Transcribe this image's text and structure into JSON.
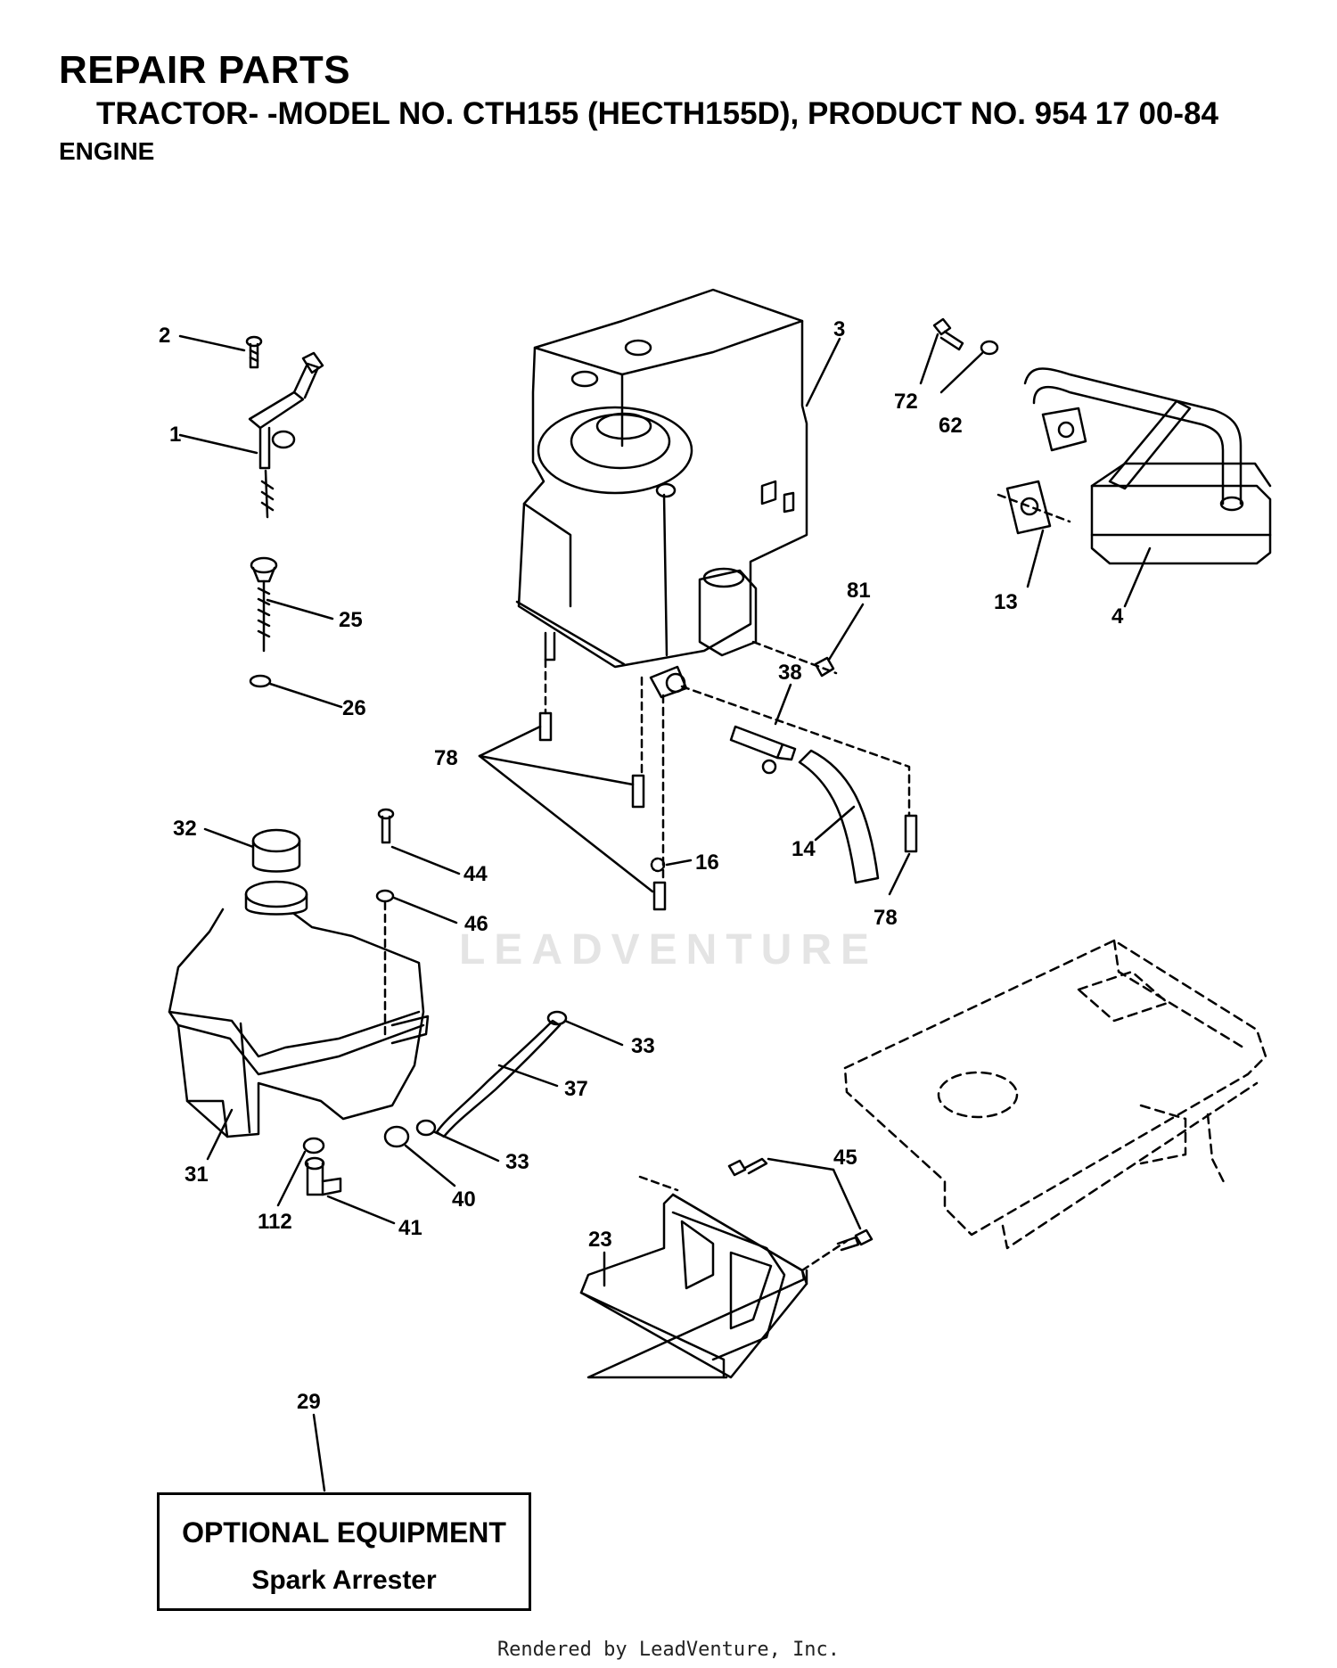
{
  "header": {
    "title": "REPAIR PARTS",
    "model_line": "TRACTOR- -MODEL NO. CTH155 (HECTH155D), PRODUCT NO. 954 17 00-84",
    "section": "ENGINE"
  },
  "callouts": {
    "c1": "1",
    "c2": "2",
    "c3": "3",
    "c4": "4",
    "c13": "13",
    "c14": "14",
    "c16": "16",
    "c23": "23",
    "c25": "25",
    "c26": "26",
    "c29": "29",
    "c31": "31",
    "c32": "32",
    "c33a": "33",
    "c33b": "33",
    "c37": "37",
    "c38": "38",
    "c40": "40",
    "c41": "41",
    "c44": "44",
    "c45": "45",
    "c46": "46",
    "c62": "62",
    "c72": "72",
    "c78a": "78",
    "c78b": "78",
    "c81": "81",
    "c112": "112"
  },
  "watermark": "LEADVENTURE",
  "optional_box": {
    "title": "OPTIONAL EQUIPMENT",
    "subtitle": "Spark Arrester"
  },
  "footer": "Rendered by LeadVenture, Inc."
}
